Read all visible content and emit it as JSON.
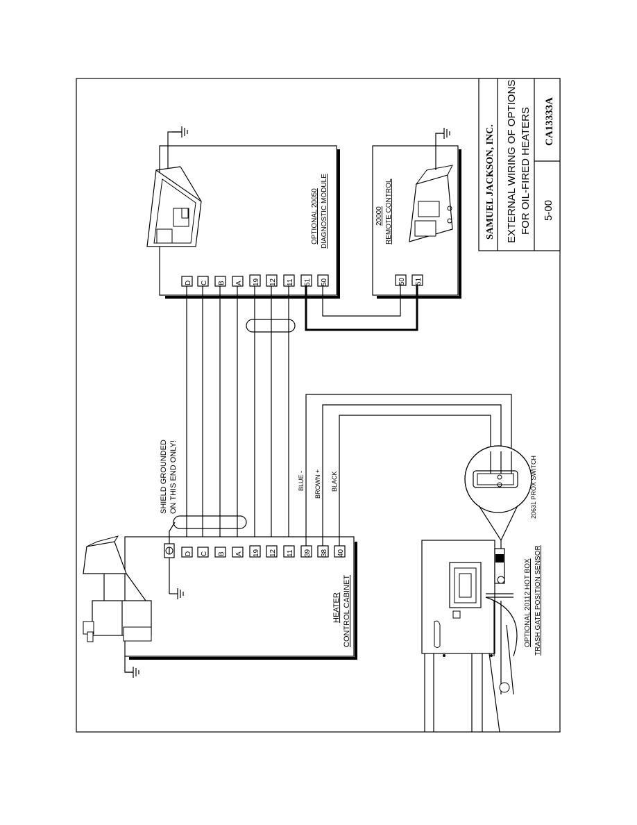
{
  "title_block": {
    "company": "SAMUEL JACKSON, INC.",
    "title_line1": "EXTERNAL WIRING OF OPTIONS",
    "title_line2": "FOR OIL-FIRED HEATERS",
    "date": "5-00",
    "drawing_number": "CA13333A"
  },
  "heater_cabinet": {
    "label_line1": "HEATER",
    "label_line2": "CONTROL CABINET",
    "terminals": [
      "D",
      "C",
      "B",
      "A",
      "19",
      "12",
      "11",
      "39",
      "38",
      "40"
    ]
  },
  "diagnostic_module": {
    "label_line1": "OPTIONAL 20050",
    "label_line2": "DIAGNOSTIC MODULE",
    "terminals": [
      "D",
      "C",
      "B",
      "A",
      "19",
      "12",
      "11",
      "51",
      "50"
    ]
  },
  "remote_control": {
    "label_line1": "20000",
    "label_line2": "REMOTE CONTROL",
    "terminals": [
      "50",
      "51"
    ]
  },
  "shield_note": {
    "line1": "SHIELD GROUNDED",
    "line2": "ON THIS END ONLY!"
  },
  "wire_colors": {
    "blue": "BLUE  -",
    "brown": "BROWN  +",
    "black": "BLACK"
  },
  "prox_switch": {
    "label": "20631 PROX SWITCH"
  },
  "hot_box": {
    "label_line1": "OPTIONAL 20112 HOT BOX",
    "label_line2": "TRASH GATE POSITION SENSOR"
  }
}
